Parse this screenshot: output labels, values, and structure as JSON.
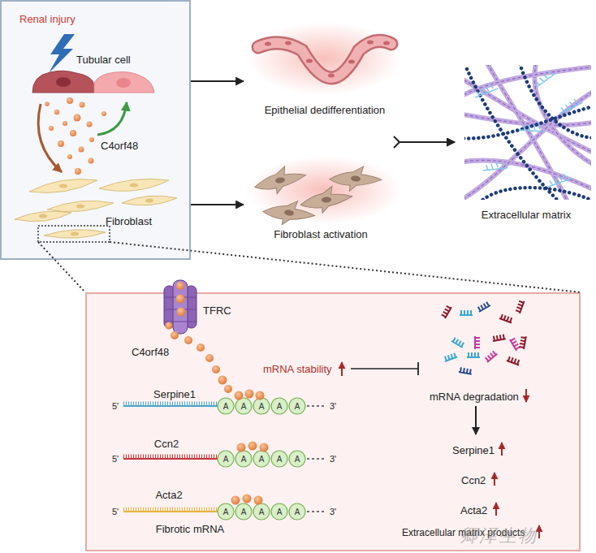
{
  "diagram": {
    "nodes": [
      {
        "text": [
          "Renal injury",
          "Tubular cell",
          "C4orf48",
          "Fibroblast"
        ]
      },
      {
        "text": [
          "Epithelial dedifferentiation"
        ]
      },
      {
        "text": [
          "Fibroblast activation"
        ]
      },
      {
        "text": [
          "Extracellular matrix"
        ]
      },
      {
        "text": [
          "TFRC",
          "C4orf48",
          "mRNA stability",
          "Serpine1",
          "Ccn2",
          "Acta2",
          "Fibrotic mRNA",
          "mRNA degradation",
          "Serpine1",
          "Ccn2",
          "Acta2",
          "Extracellular matrix products"
        ]
      }
    ],
    "edges": [
      {
        "from": 0,
        "to": 1,
        "arrow": "to"
      },
      {
        "from": 0,
        "to": 2,
        "arrow": "to"
      },
      {
        "from": 1,
        "to": 3,
        "arrow": "to"
      },
      {
        "from": 2,
        "to": 3,
        "arrow": "to"
      }
    ],
    "labels": [
      "5'",
      "A",
      "A",
      "A",
      "A",
      "A",
      "3'",
      "5'",
      "A",
      "A",
      "A",
      "A",
      "A",
      "3'",
      "5'",
      "A",
      "A",
      "A",
      "A",
      "A",
      "3'",
      "卿泽生物"
    ]
  }
}
